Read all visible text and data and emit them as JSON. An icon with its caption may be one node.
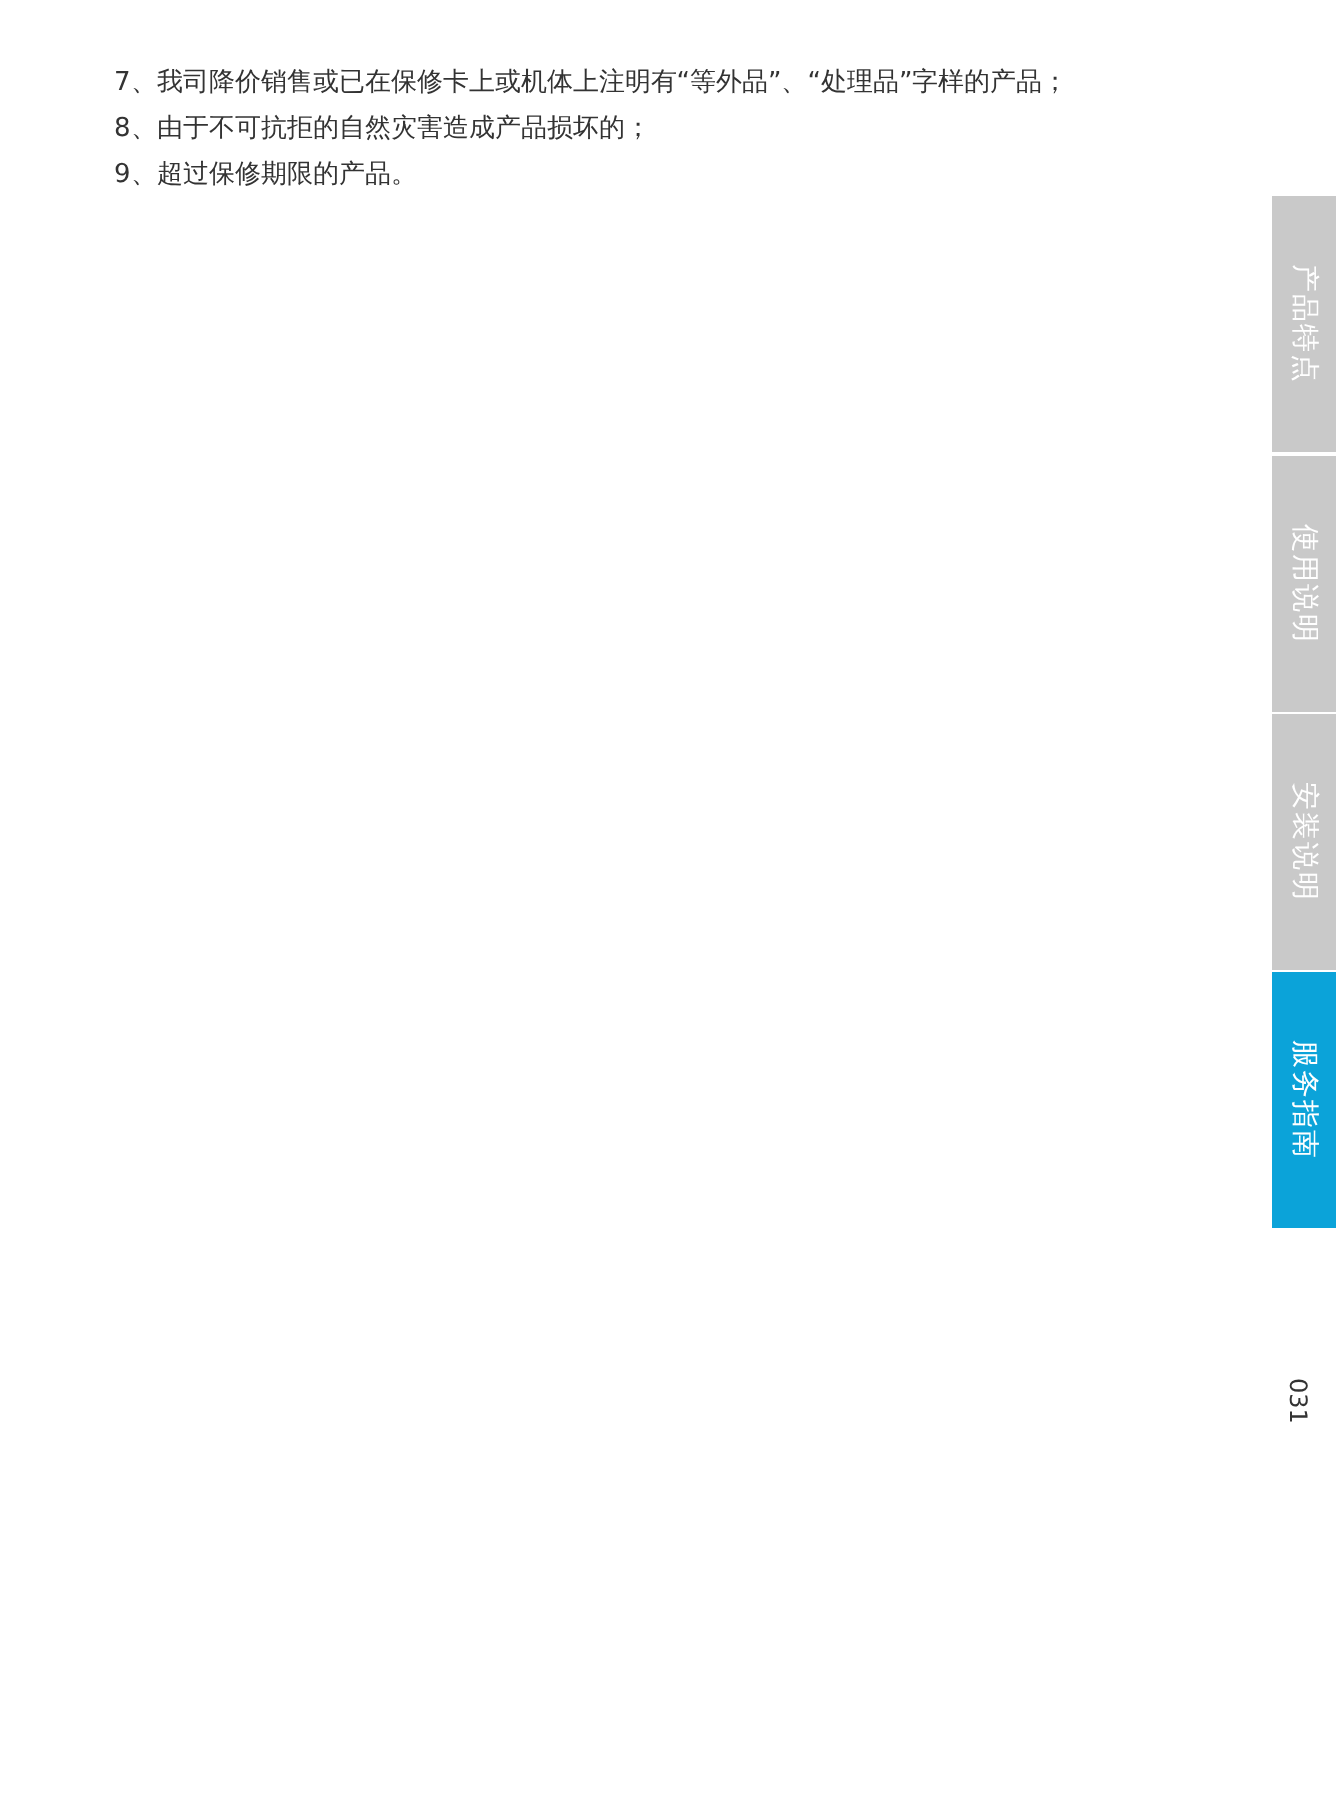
{
  "diagram": {
    "nodes": [
      {
        "text": [
          "产品特点"
        ]
      },
      {
        "text": [
          "使用说明"
        ]
      },
      {
        "text": [
          "安装说明"
        ]
      },
      {
        "text": [
          "服务指南"
        ]
      }
    ],
    "labels": [
      "7、我司降价销售或已在保修卡上或机体上注明有“等外品”、“处理品”字样的产品；",
      "8、由于不可抗拒的自然灾害造成产品损坏的；",
      "9、超过保修期限的产品。",
      "031"
    ]
  }
}
